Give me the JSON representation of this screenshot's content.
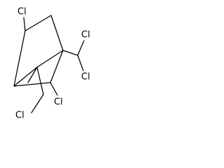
{
  "structure": {
    "atom_labels": {
      "cl_top_left": "Cl",
      "cl_chcl2_upper": "Cl",
      "cl_chcl2_lower": "Cl",
      "cl_ring_right": "Cl",
      "cl_chloromethyl": "Cl"
    },
    "colors": {
      "bond": "#000000",
      "label": "#000000",
      "background": "#ffffff"
    }
  }
}
